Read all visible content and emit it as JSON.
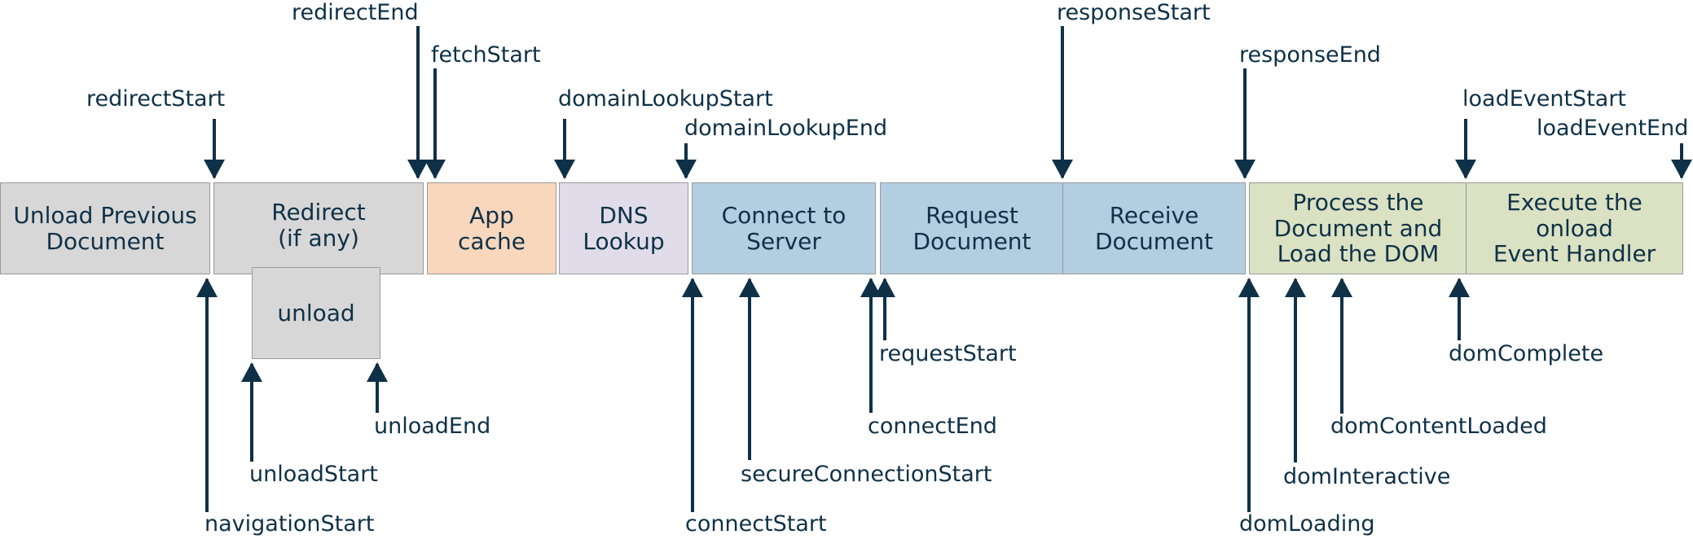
{
  "phases": {
    "unload_previous": "Unload Previous\nDocument",
    "redirect": "Redirect\n(if any)",
    "unload": "unload",
    "app_cache": "App\ncache",
    "dns_lookup": "DNS\nLookup",
    "connect": "Connect to\nServer",
    "request": "Request\nDocument",
    "receive": "Receive\nDocument",
    "process": "Process the\nDocument and\nLoad the DOM",
    "execute": "Execute the\nonload\nEvent Handler"
  },
  "events": {
    "redirectStart": "redirectStart",
    "redirectEnd": "redirectEnd",
    "fetchStart": "fetchStart",
    "domainLookupStart": "domainLookupStart",
    "domainLookupEnd": "domainLookupEnd",
    "responseStart": "responseStart",
    "responseEnd": "responseEnd",
    "loadEventStart": "loadEventStart",
    "loadEventEnd": "loadEventEnd",
    "navigationStart": "navigationStart",
    "unloadStart": "unloadStart",
    "unloadEnd": "unloadEnd",
    "connectStart": "connectStart",
    "secureConnectionStart": "secureConnectionStart",
    "connectEnd": "connectEnd",
    "requestStart": "requestStart",
    "domLoading": "domLoading",
    "domInteractive": "domInteractive",
    "domContentLoaded": "domContentLoaded",
    "domComplete": "domComplete"
  },
  "colors": {
    "text": "#0f3147",
    "gray": "#d7d7d7",
    "orange": "#f8d7bd",
    "lavender": "#e0dcea",
    "blue": "#b3cde1",
    "green": "#dae2c3"
  }
}
